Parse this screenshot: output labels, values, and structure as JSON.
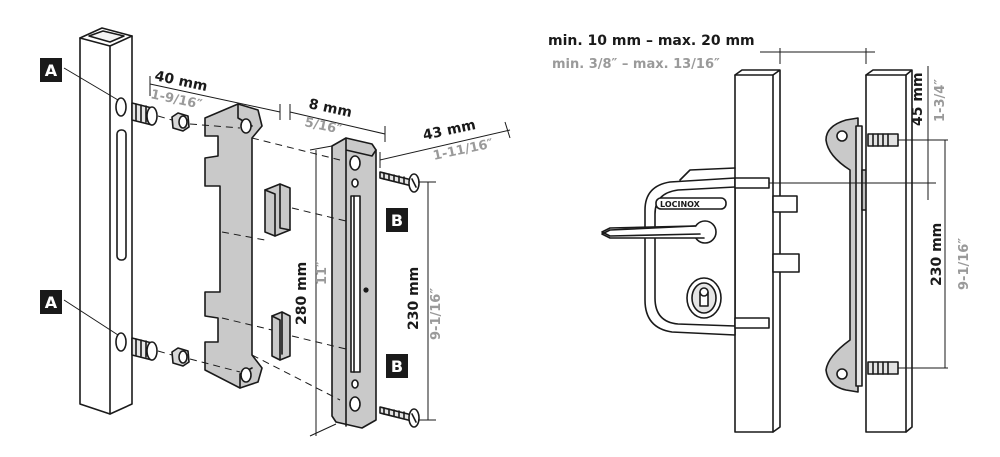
{
  "colors": {
    "ink": "#1a1a1a",
    "part_grey": "#c9c9c9",
    "metric_text": "#1a1a1a",
    "imperial_text": "#9a9a9a",
    "tag_bg": "#1a1a1a"
  },
  "left_figure": {
    "labels": {
      "a_top": "A",
      "a_bottom": "A",
      "b_top": "B",
      "b_bottom": "B"
    },
    "dims": {
      "d40_metric": "40 mm",
      "d40_imperial": "1-9/16″",
      "d8_metric": "8 mm",
      "d8_imperial": "5/16″",
      "d43_metric": "43 mm",
      "d43_imperial": "1-11/16″",
      "d280_metric": "280 mm",
      "d280_imperial": "11″",
      "d230_metric": "230 mm",
      "d230_imperial": "9-1/16″"
    }
  },
  "right_figure": {
    "dims": {
      "gap_metric": "min. 10 mm – max. 20 mm",
      "gap_imperial": "min. 3/8″ – max. 13/16″",
      "d45_metric": "45 mm",
      "d45_imperial": "1-3/4″",
      "d230_metric": "230 mm",
      "d230_imperial": "9-1/16″"
    },
    "brand": "LOCINOX"
  }
}
